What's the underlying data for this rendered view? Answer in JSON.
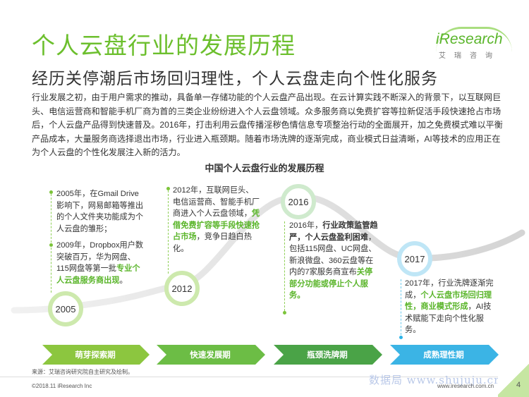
{
  "title": "个人云盘行业的发展历程",
  "subtitle": "经历关停潮后市场回归理性，个人云盘走向个性化服务",
  "logo": {
    "name": "iResearch",
    "sub": "艾瑞咨询"
  },
  "intro": "行业发展之初，由于用户需求的推动，具备单一存储功能的个人云盘产品出现。在云计算实践不断深入的背景下，以互联网巨头、电信运营商和智能手机厂商为首的三类企业纷纷进入个人云盘领域。众多服务商以免费扩容等拉新促活手段快速抢占市场后，个人云盘产品得到快速普及。2016年，打击利用云盘传播淫秽色情信息专项整治行动的全面展开，加之免费模式难以平衡产品成本，大量服务商选择退出市场，行业进入瓶颈期。随着市场洗牌的逐渐完成，商业模式日益清晰，AI等技术的应用正在为个人云盘的个性化发展注入新的活力。",
  "diagram_title": "中国个人云盘行业的发展历程",
  "milestones": {
    "y2005": "2005",
    "y2012": "2012",
    "y2016": "2016",
    "y2017": "2017"
  },
  "texts": {
    "t2005a": "2005年，在Gmail Drive影响下，网易邮箱等推出的个人文件夹功能成为个人云盘的雏形；",
    "t2009_plain": "2009年，Dropbox用户数突破百万，华为网盘、115网盘等第一批",
    "t2009_hl": "专业个人云盘服务商出现",
    "t2009_end": "。",
    "t2012_plain": "2012年，互联网巨头、电信运营商、智能手机厂商进入个人云盘领域，",
    "t2012_hl": "凭借免费扩容等手段快速抢占市场",
    "t2012_end": "，竞争日趋白热化。",
    "t2016_a": "2016年，",
    "t2016_b": "行业政策监管趋严，个人云盘盈利困难",
    "t2016_c": "，包括115网盘、UC网盘、新浪微盘、360云盘等在内的7家服务商宣布",
    "t2016_d": "关停部分功能或停止个人服务。",
    "t2017_a": "2017年，行业洗牌逐渐完成，",
    "t2017_b": "个人云盘市场回归理性，商业模式形成",
    "t2017_c": "，AI技术赋能下走向个性化服务。"
  },
  "phases": [
    "萌芽探索期",
    "快速发展期",
    "瓶颈洗牌期",
    "成熟理性期"
  ],
  "colors": {
    "green": "#6cbf2d",
    "phase1": "#8cc63f",
    "phase2": "#6cbd45",
    "phase3": "#4aa347",
    "phase4": "#3bb4e5"
  },
  "footer": {
    "source": "来源：艾瑞咨询研究院自主研究及绘制。",
    "copyright": "©2018.11 iResearch Inc",
    "url": "www.iresearch.com.cn",
    "page": "4",
    "watermark": "数据局 www.shujuju.cn"
  }
}
